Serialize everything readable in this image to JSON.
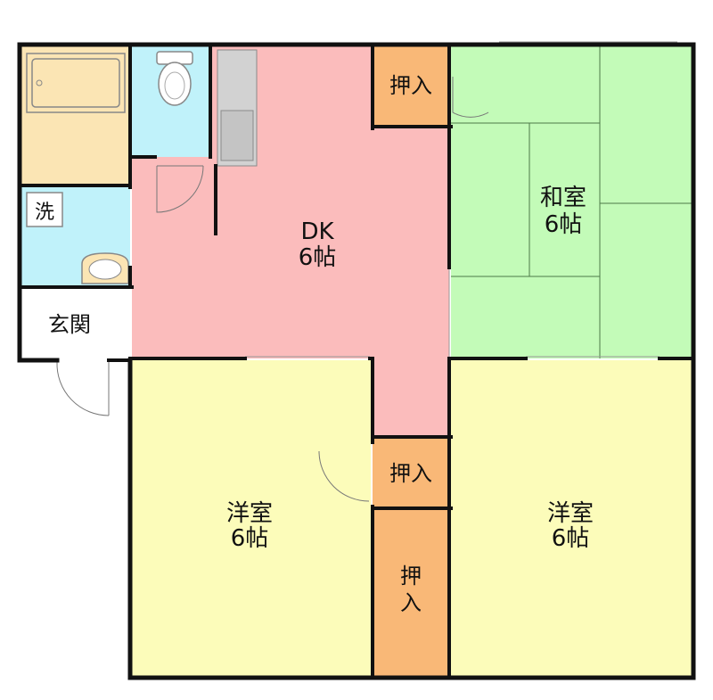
{
  "rooms": {
    "dk": {
      "name": "DK",
      "size": "6帖"
    },
    "washitsu": {
      "name": "和室",
      "size": "6帖"
    },
    "yoshitsu_left": {
      "name": "洋室",
      "size": "6帖"
    },
    "yoshitsu_right": {
      "name": "洋室",
      "size": "6帖"
    },
    "oshiire_top": {
      "label": "押入"
    },
    "oshiire_mid": {
      "label": "押入"
    },
    "oshiire_bottom": {
      "line1": "押",
      "line2": "入"
    },
    "genkan": {
      "label": "玄関"
    },
    "sentaku": {
      "label": "洗"
    }
  },
  "colors": {
    "dk": "#fbbcbc",
    "washitsu": "#c3fbb8",
    "yoshitsu": "#fcfcba",
    "oshiire": "#f9b877",
    "bath": "#fbe5b4",
    "wet": "#c0f2fa",
    "genkan": "#ffffff",
    "wall": "#111111",
    "tatami_line": "#4d7a48"
  }
}
